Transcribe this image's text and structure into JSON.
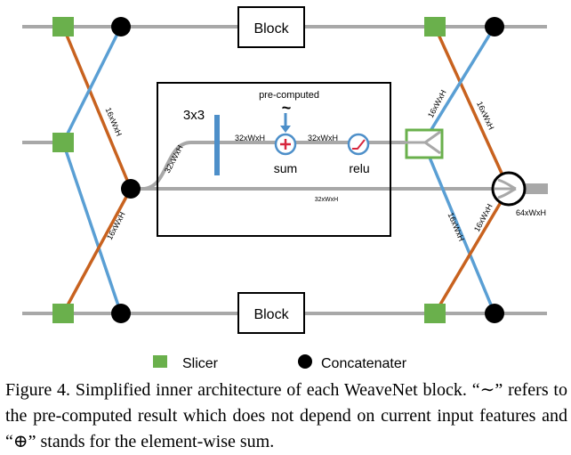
{
  "diagram": {
    "block_top_label": "Block",
    "block_bottom_label": "Block",
    "inner": {
      "kernel_label": "3x3",
      "precomputed_label": "pre-computed",
      "tilde_symbol": "~",
      "sum_label": "sum",
      "relu_label": "relu",
      "feat_after_kernel": "32xWxH",
      "feat_after_sum": "32xWxH",
      "feat_input": "32xWxH",
      "feat_bottom": "32xWxH"
    },
    "left_edges": {
      "upper_label": "16xWxH",
      "lower_label": "16xWxH"
    },
    "right_edges": {
      "upper_blue_label": "16xWxH",
      "upper_orange_label": "16xWxH",
      "lower_blue_label": "16xWxH",
      "lower_orange_label": "16xWxH",
      "output_label": "64xWxH"
    },
    "colors": {
      "slicer": "#6ab04c",
      "concatenater": "#000000",
      "blue_edge": "#5a9fd4",
      "orange_edge": "#c8621f",
      "gray_line": "#a8a8a8",
      "sum_red": "#d7263d",
      "kernel_bar": "#4d8fc9"
    }
  },
  "legend": {
    "slicer_label": "Slicer",
    "concatenater_label": "Concatenater"
  },
  "caption": {
    "text": "Figure 4. Simplified inner architecture of each WeaveNet block. “∼” refers to the pre-computed result which does not depend on current input features and “⊕” stands for the element-wise sum."
  }
}
